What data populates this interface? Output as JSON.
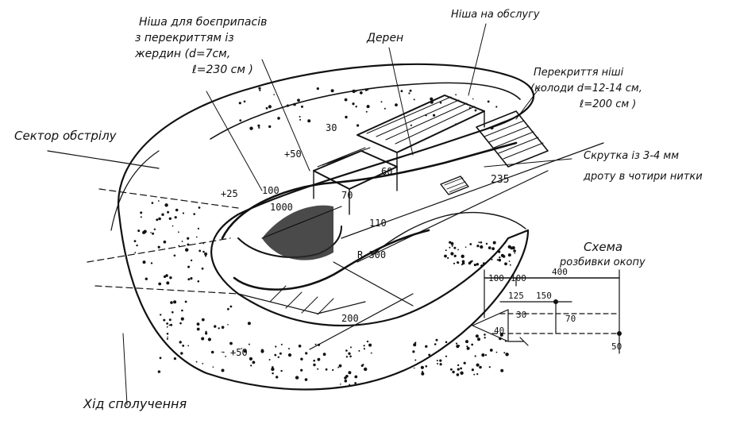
{
  "labels": {
    "ammo_niche": [
      "Ніша для боєприпасів",
      "з перекриттям із",
      "жердин (d=7см,",
      "ℓ=230 см )"
    ],
    "food_niche": "Ніша на обслугу",
    "turf": "Дерен",
    "niche_cover": [
      "Перекриття ніші",
      "(колоди  d=12-14 см,",
      "ℓ=200 см )"
    ],
    "fire_sector": "Сектор обстрілу",
    "wire_twist": [
      "Скрутка із 3-4 мм",
      "дроту в чотири нитки"
    ],
    "scheme": [
      "Схема",
      "розбивки окопу"
    ],
    "passage": "Хід сполучення"
  },
  "dimensions": {
    "d30": "30",
    "d50": "+50",
    "d60": "60",
    "d25": "+25",
    "d100": "100",
    "d70": "70",
    "d1000": "1000",
    "d110": "110",
    "d235": "235",
    "dR300": "R-300",
    "d200": "200",
    "d50b": "+50",
    "s100a": "100",
    "s100b": "100",
    "s400": "400",
    "s125": "125",
    "s150": "150",
    "s70": "70",
    "s30": "30",
    "s50": "50",
    "s40": "40"
  }
}
